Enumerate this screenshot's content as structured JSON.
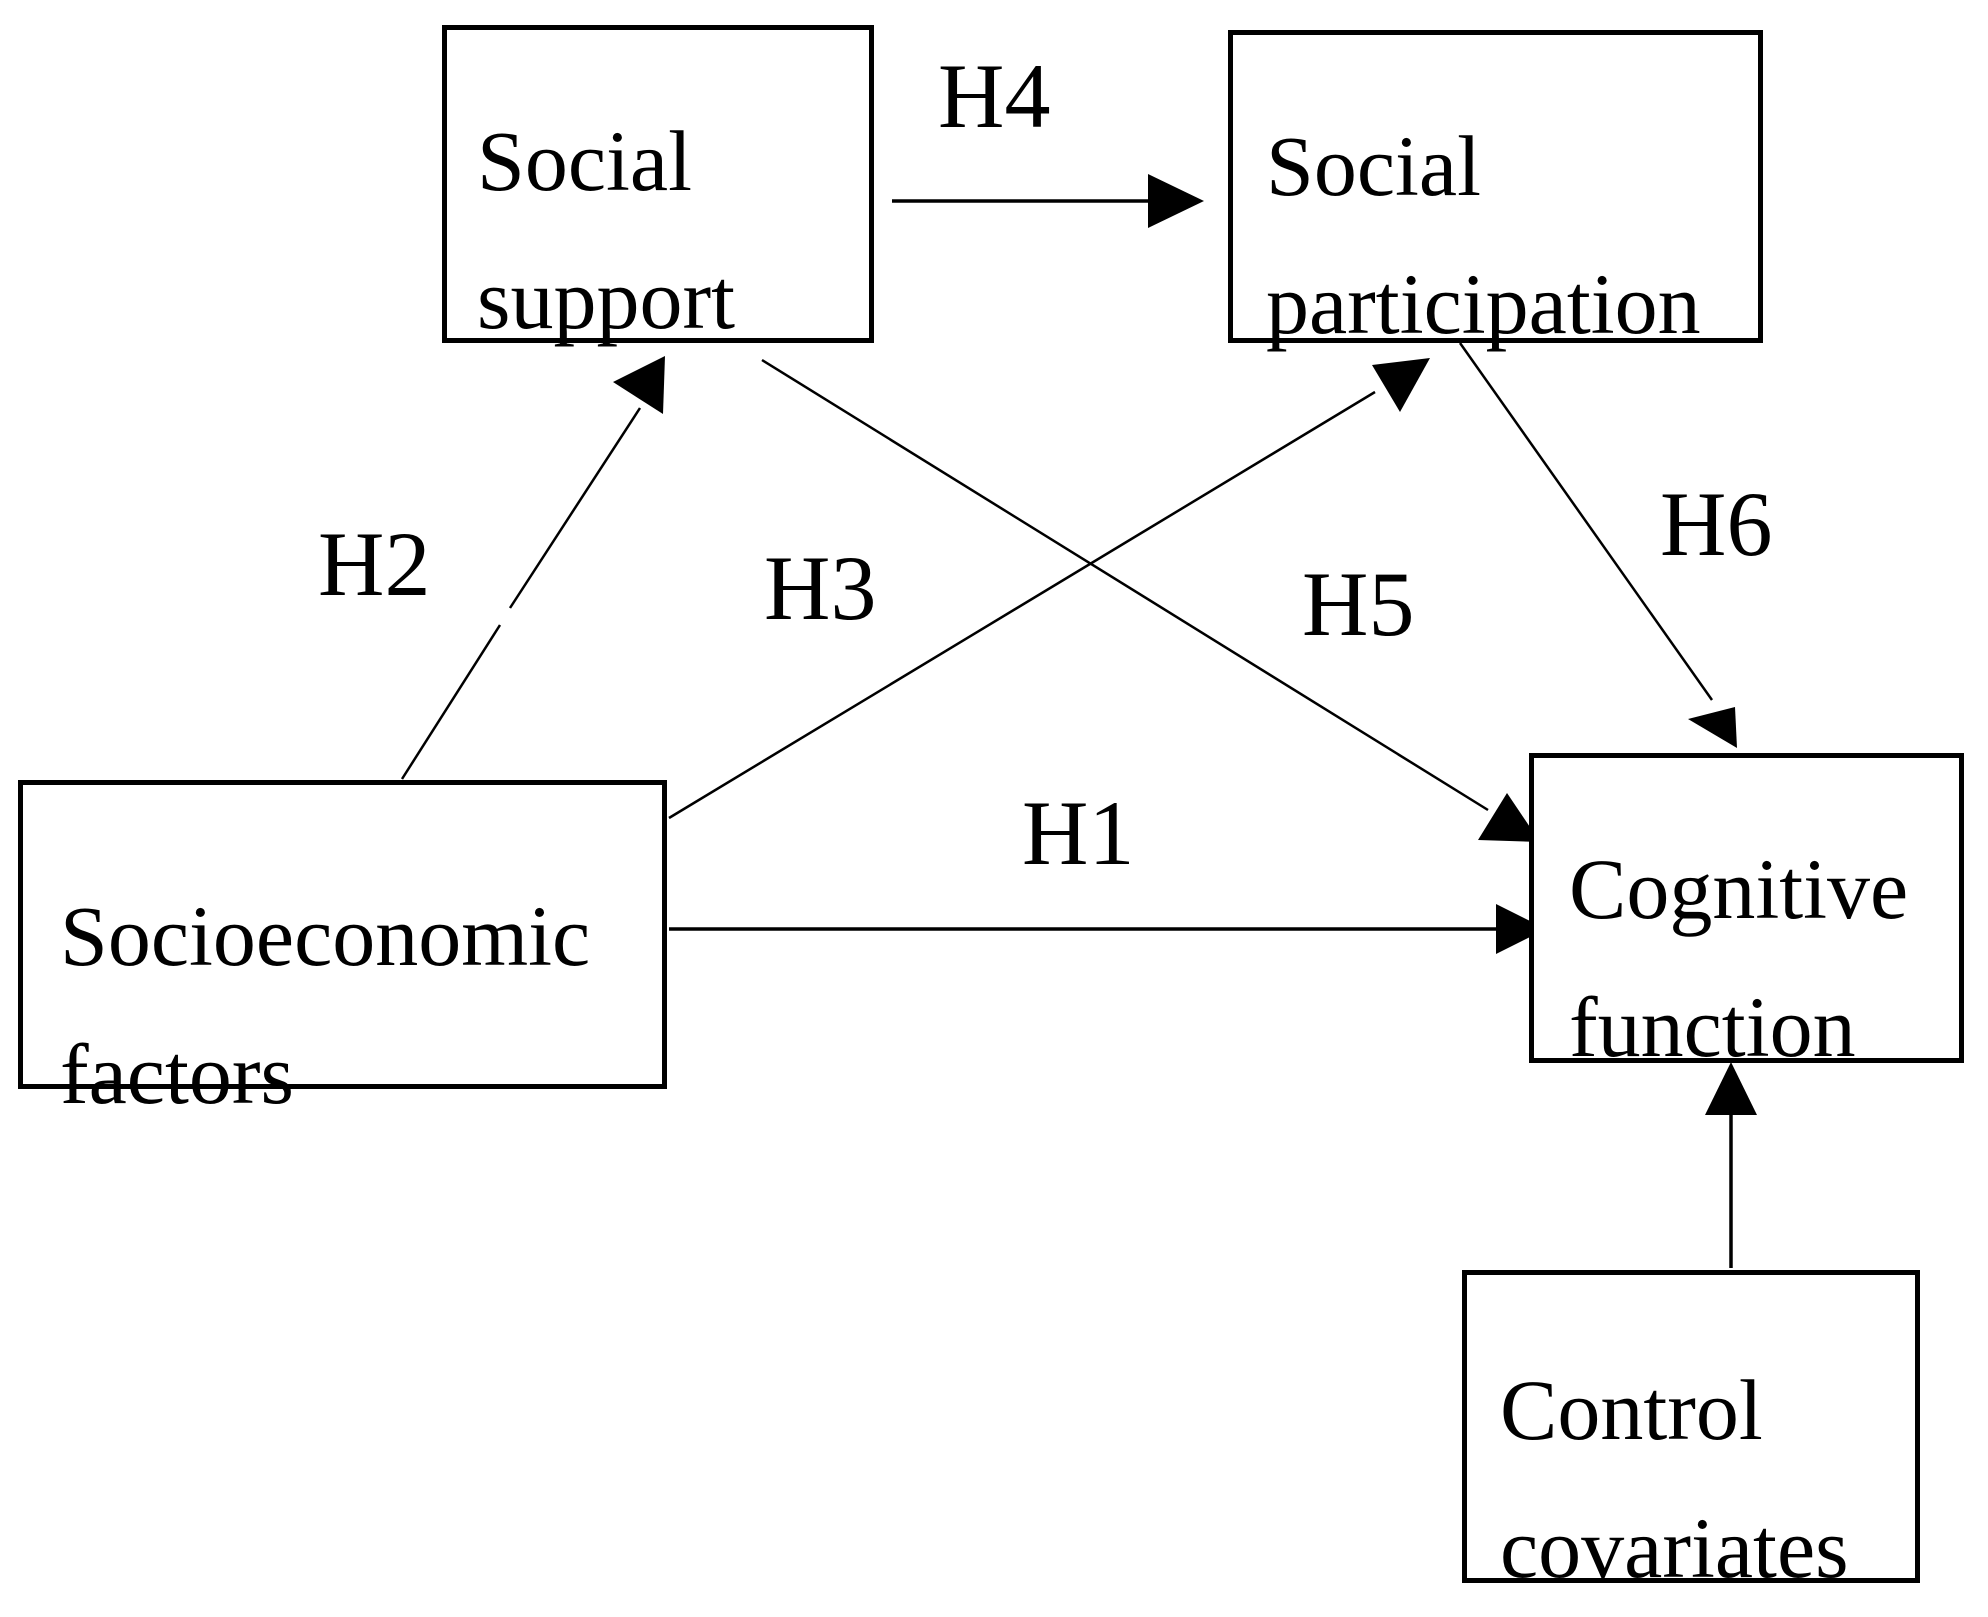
{
  "nodes": {
    "social_support": [
      "Social",
      "support"
    ],
    "social_participation": [
      "Social",
      "participation"
    ],
    "socioeconomic": [
      "Socioeconomic",
      "factors"
    ],
    "cognitive": [
      "Cognitive",
      "function"
    ],
    "control": [
      "Control",
      "covariates"
    ]
  },
  "hypotheses": {
    "h1": "H1",
    "h2": "H2",
    "h3": "H3",
    "h4": "H4",
    "h5": "H5",
    "h6": "H6"
  },
  "colors": {
    "stroke": "#000000",
    "background": "#ffffff"
  }
}
